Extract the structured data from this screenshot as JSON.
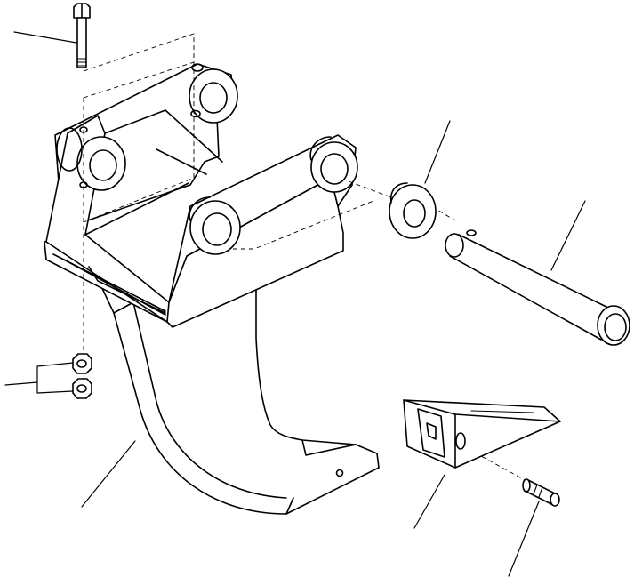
{
  "diagram": {
    "parts": [
      "bolt",
      "bracket",
      "shank",
      "spacer-washer",
      "pin",
      "nut",
      "tip",
      "tip-pin"
    ],
    "callouts": 8
  }
}
